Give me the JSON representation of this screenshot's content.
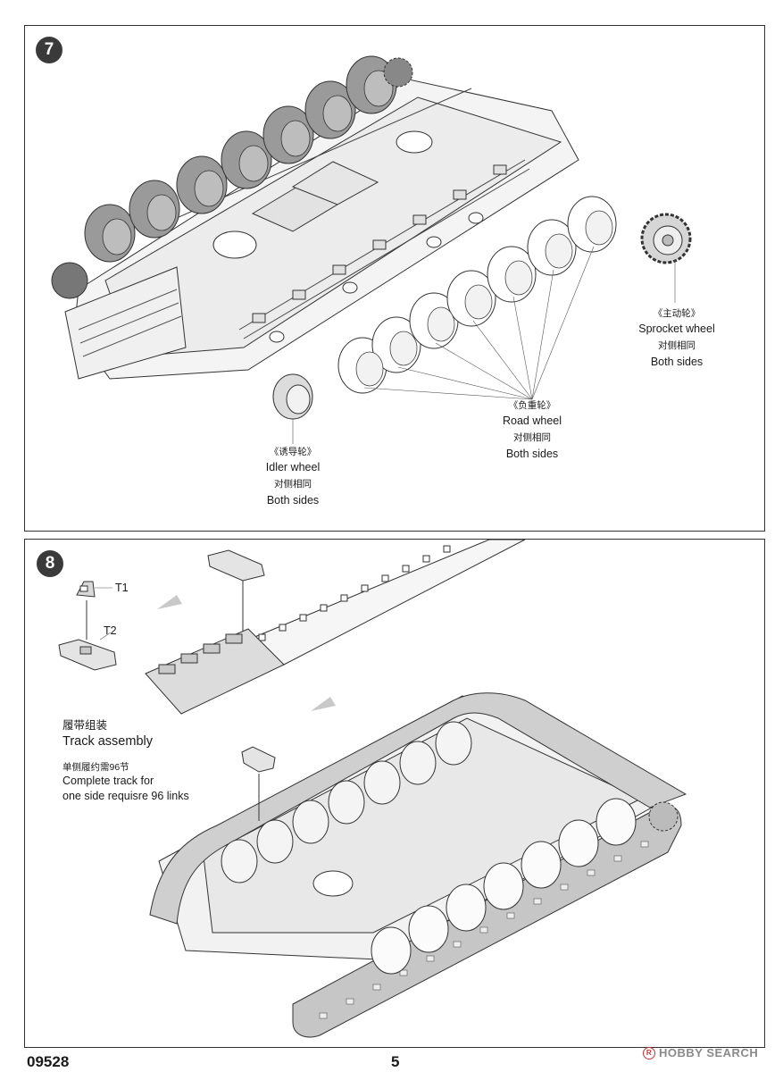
{
  "step7": {
    "number": "7",
    "sprocket": {
      "cn": "《主动轮》",
      "en": "Sprocket wheel",
      "cn2": "对侧相同",
      "en2": "Both sides"
    },
    "road": {
      "cn": "《负重轮》",
      "en": "Road wheel",
      "cn2": "对侧相同",
      "en2": "Both sides"
    },
    "idler": {
      "cn": "《诱导轮》",
      "en": "Idler wheel",
      "cn2": "对侧相同",
      "en2": "Both sides"
    }
  },
  "step8": {
    "number": "8",
    "t1": "T1",
    "t2": "T2",
    "title_cn": "履带组装",
    "title_en": "Track assembly",
    "note_cn": "单侧履约需96节",
    "note_en1": "Complete track for",
    "note_en2": "one side requisre 96 links"
  },
  "footer": {
    "code": "09528",
    "page": "5",
    "watermark": "HOBBY SEARCH",
    "watermark_mark": "R"
  }
}
